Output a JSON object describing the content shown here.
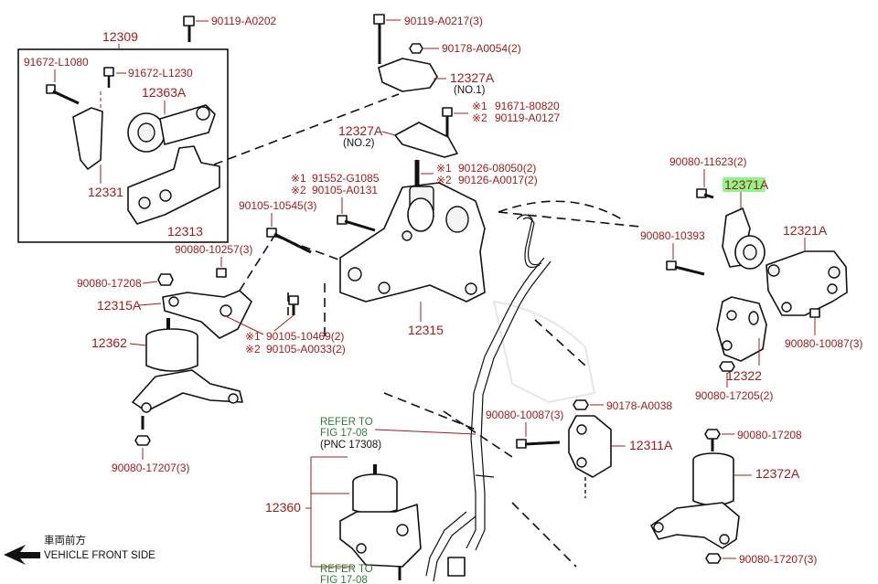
{
  "labels": {
    "p12309": "12309",
    "p91672_l1080": "91672-L1080",
    "p91672_l1230": "91672-L1230",
    "p12363a": "12363A",
    "p12331": "12331",
    "p12313": "12313",
    "p90119_a0202": "90119-A0202",
    "p90119_a0217": "90119-A0217(3)",
    "p90178_a0054": "90178-A0054(2)",
    "p12327a_1": "12327A",
    "no1": "(NO.1)",
    "p91671_80820": "91671-80820",
    "p90119_a0127": "90119-A0127",
    "p12327a_2": "12327A",
    "no2": "(NO.2)",
    "p91552_g1085": "91552-G1085",
    "p90105_a0131": "90105-A0131",
    "p90126_08050": "90126-08050(2)",
    "p90126_a0017": "90126-A0017(2)",
    "p90105_10545": "90105-10545(3)",
    "p90080_10257": "90080-10257(3)",
    "p90080_17208_l": "90080-17208",
    "p12315a": "12315A",
    "p12362": "12362",
    "p90105_10469": "90105-10469(2)",
    "p90105_a0033": "90105-A0033(2)",
    "p12315": "12315",
    "p90080_17207_l": "90080-17207(3)",
    "p90080_11623": "90080-11623(2)",
    "p12371a": "12371A",
    "p12321a": "12321A",
    "p90080_10393": "90080-10393",
    "p90080_10087": "90080-10087(3)",
    "p12322": "12322",
    "p90080_17205": "90080-17205(2)",
    "p90178_a0038": "90178-A0038",
    "p90080_10087_3": "90080-10087(3)",
    "p12311a": "12311A",
    "p90080_17208_r": "90080-17208",
    "p12372a": "12372A",
    "p90080_17207_r": "90080-17207(3)",
    "p12360": "12360",
    "mark1": "※1",
    "mark2": "※2",
    "refer_top_1": "REFER TO",
    "refer_top_2": "FIG 17-08",
    "refer_top_3": "(PNC 17308)",
    "refer_bot_1": "REFER TO",
    "refer_bot_2": "FIG 17-08",
    "vehicle_jp": "車両前方",
    "vehicle_en": "VEHICLE FRONT SIDE"
  },
  "colors": {
    "label": "#a01c1c",
    "refer": "#2e7d32",
    "highlight": "#8ef58a"
  },
  "icons": {
    "front_arrow": "arrow-left-icon"
  }
}
